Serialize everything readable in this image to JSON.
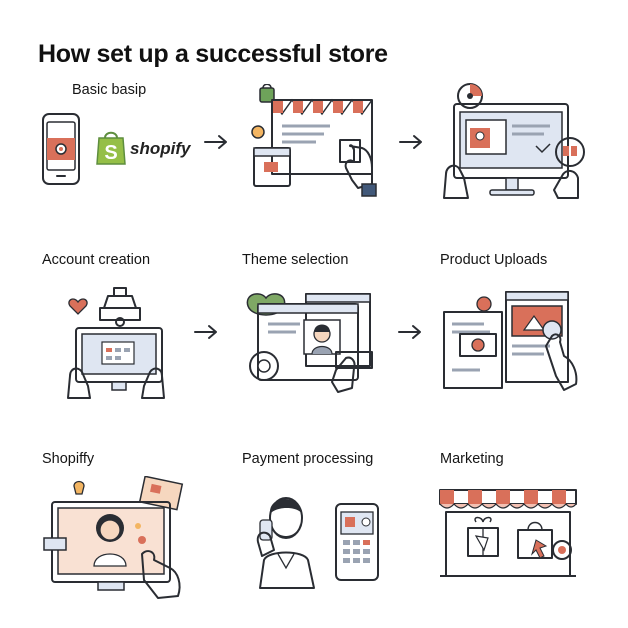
{
  "title": "How set up a successful store",
  "row1": {
    "label": "Basic basip",
    "brand_text": "shopify",
    "brand_letter": "S"
  },
  "row2": {
    "labels": [
      "Account creation",
      "Theme selection",
      "Product Uploads"
    ]
  },
  "row3": {
    "labels": [
      "Shopiffy",
      "Payment processing",
      "Marketing"
    ]
  },
  "colors": {
    "accent_red": "#d9705a",
    "shopify_green": "#95bf47",
    "outline": "#2a2d33",
    "screen_blue": "#dfe6f2",
    "skin": "#f6d7bf"
  }
}
